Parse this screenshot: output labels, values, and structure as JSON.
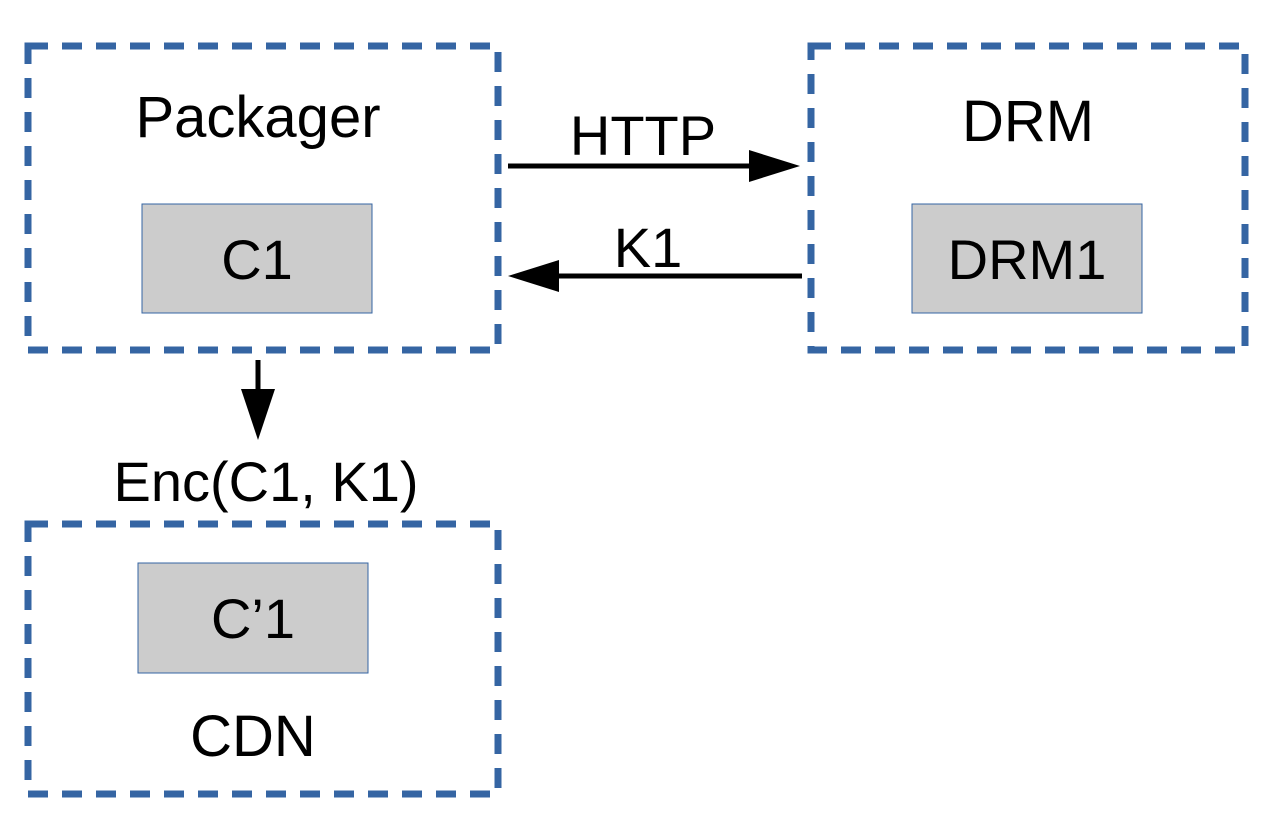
{
  "colors": {
    "container_border": "#3565a3",
    "inner_fill": "#cccccc",
    "inner_border": "#3565a3",
    "arrow": "#000000",
    "text": "#000000"
  },
  "containers": {
    "packager": {
      "title": "Packager",
      "inner": "C1"
    },
    "drm": {
      "title": "DRM",
      "inner": "DRM1"
    },
    "cdn": {
      "title": "CDN",
      "inner": "C’1"
    }
  },
  "arrows": {
    "packager_to_drm": "HTTP",
    "drm_to_packager": "K1",
    "packager_to_cdn": "Enc(C1, K1)"
  }
}
